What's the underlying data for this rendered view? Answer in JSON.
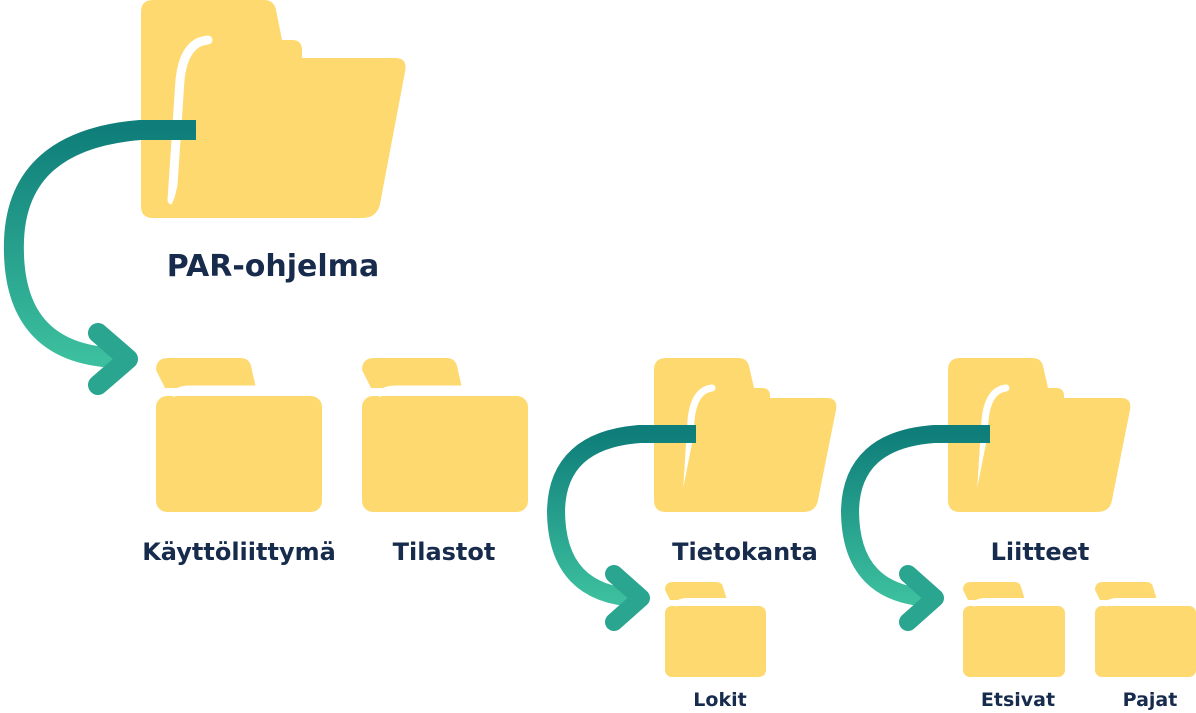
{
  "colors": {
    "folder": "#fdd96f",
    "folder_back": "#f9d25f",
    "folder_gap": "#ffffff",
    "text": "#172b4d",
    "arrow_start": "#0f7e7a",
    "arrow_end": "#3cbf9e"
  },
  "folders": {
    "root": {
      "label": "PAR-ohjelma",
      "icon": "folder-open-icon"
    },
    "kayttoliittyma": {
      "label": "Käyttöliittymä",
      "icon": "folder-icon"
    },
    "tilastot": {
      "label": "Tilastot",
      "icon": "folder-icon"
    },
    "tietokanta": {
      "label": "Tietokanta",
      "icon": "folder-open-icon"
    },
    "liitteet": {
      "label": "Liitteet",
      "icon": "folder-open-icon"
    },
    "lokit": {
      "label": "Lokit",
      "icon": "folder-icon"
    },
    "etsivat": {
      "label": "Etsivat",
      "icon": "folder-icon"
    },
    "pajat": {
      "label": "Pajat",
      "icon": "folder-icon"
    }
  },
  "arrows": [
    {
      "from": "PAR-ohjelma",
      "to": "Käyttöliittymä"
    },
    {
      "from": "Tietokanta",
      "to": "Lokit"
    },
    {
      "from": "Liitteet",
      "to": "Etsivat"
    }
  ]
}
